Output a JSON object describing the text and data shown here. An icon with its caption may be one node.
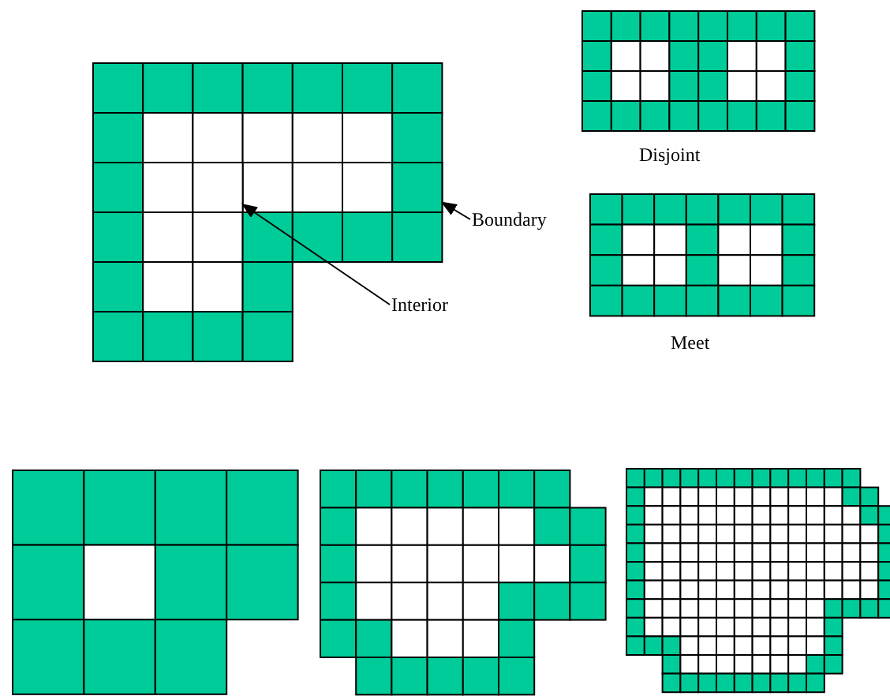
{
  "diagram": {
    "nodes": [
      {
        "text": [
          "Boundary"
        ]
      },
      {
        "text": [],
        "shape": "box"
      },
      {
        "text": [
          "Interior"
        ]
      },
      {
        "text": [],
        "shape": "box"
      }
    ],
    "edges": [
      {
        "from": 0,
        "to": 3,
        "arrow": "to"
      },
      {
        "from": 2,
        "to": 1,
        "arrow": "to"
      }
    ],
    "labels": [
      "Disjoint",
      "Meet"
    ]
  }
}
